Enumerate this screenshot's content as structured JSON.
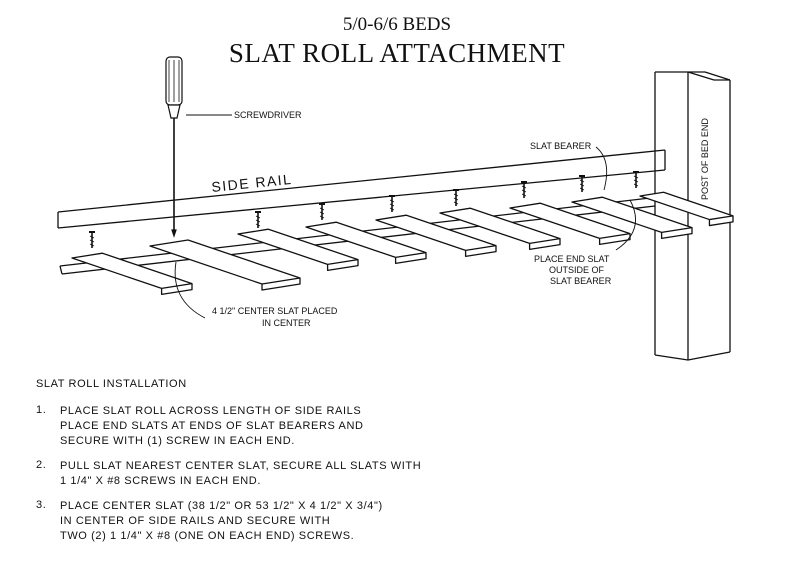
{
  "title": {
    "line1": "5/0-6/6 BEDS",
    "line2": "SLAT ROLL ATTACHMENT"
  },
  "labels": {
    "screwdriver": "SCREWDRIVER",
    "side_rail": "SIDE RAIL",
    "slat_bearer": "SLAT BEARER",
    "post": "POST OF BED END",
    "end_slat": [
      "PLACE END SLAT",
      "OUTSIDE OF",
      "SLAT BEARER"
    ],
    "center_slat": [
      "4 1/2\" CENTER SLAT PLACED",
      "IN CENTER"
    ]
  },
  "instructions": {
    "heading": "SLAT ROLL INSTALLATION",
    "steps": [
      {
        "number": "1.",
        "lines": [
          "PLACE SLAT ROLL ACROSS LENGTH OF SIDE RAILS",
          "PLACE END SLATS AT ENDS OF SLAT BEARERS AND",
          "SECURE WITH (1) SCREW IN EACH END."
        ]
      },
      {
        "number": "2.",
        "lines": [
          "PULL SLAT NEAREST CENTER SLAT, SECURE ALL SLATS WITH",
          "1 1/4\" X #8 SCREWS IN EACH END."
        ]
      },
      {
        "number": "3.",
        "lines": [
          "PLACE CENTER SLAT (38 1/2\" OR 53 1/2\" X 4 1/2\" X 3/4\")",
          "IN CENTER OF SIDE RAILS AND SECURE WITH",
          "TWO (2) 1 1/4\" X #8 (ONE ON EACH END) SCREWS."
        ]
      }
    ]
  }
}
